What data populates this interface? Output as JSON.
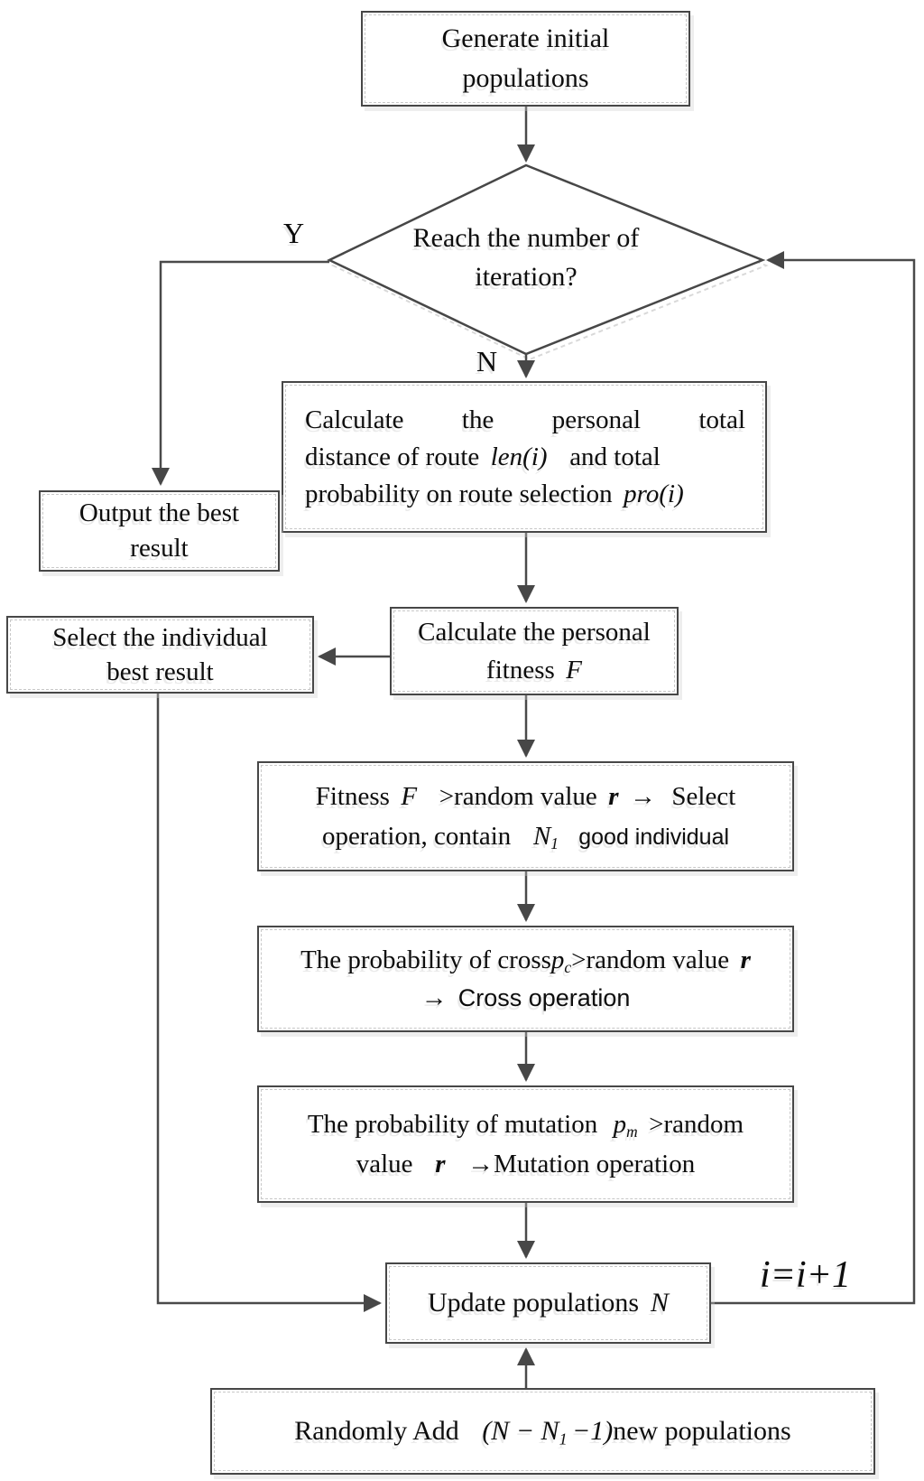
{
  "colors": {
    "line": "#4a4a4a",
    "text": "#0d0d0d",
    "background": "#ffffff",
    "ghost": "#d9d9d9"
  },
  "edge_labels": {
    "yes": "Y",
    "no": "N",
    "increment": "i=i+1"
  },
  "nodes": {
    "generate": {
      "line1": "Generate initial",
      "line2": "populations"
    },
    "decision": {
      "line1": "Reach the number of",
      "line2": "iteration?"
    },
    "calc_route": {
      "line1": "Calculate the personal total",
      "line2_pre": "distance of route",
      "line2_math": "len(i)",
      "line2_post": "and total",
      "line3_pre": "probability on route selection",
      "line3_math": "pro(i)"
    },
    "output_best": {
      "line1": "Output the best",
      "line2": "result"
    },
    "select_best": {
      "line1": "Select the individual",
      "line2": "best result"
    },
    "fitness": {
      "line1": "Calculate the personal",
      "line2_pre": "fitness",
      "line2_var": "F"
    },
    "select_op": {
      "l1_pre": "Fitness",
      "l1_var": "F",
      "l1_mid": ">random value",
      "l1_var2": "r",
      "l1_arrow": "→",
      "l1_post": "Select",
      "l2_pre": "operation, contain",
      "l2_var": "N",
      "l2_sub": "1",
      "l2_post": "good individual"
    },
    "cross_op": {
      "l1_pre": "The probability of cross",
      "l1_var": "p",
      "l1_sub": "c",
      "l1_mid": ">random value",
      "l1_var2": "r",
      "l2_arrow": "→",
      "l2_text": "Cross operation"
    },
    "mutation_op": {
      "l1_pre": "The probability of mutation",
      "l1_var": "p",
      "l1_sub": "m",
      "l1_post": ">random",
      "l2_pre": "value",
      "l2_var": "r",
      "l2_arrow": "→",
      "l2_post": "Mutation operation"
    },
    "update": {
      "pre": "Update populations",
      "var": "N"
    },
    "add_new": {
      "pre": "Randomly Add",
      "m1": "(N − N",
      "sub": "1",
      "m2": "−1)",
      "post": "new populations"
    }
  }
}
